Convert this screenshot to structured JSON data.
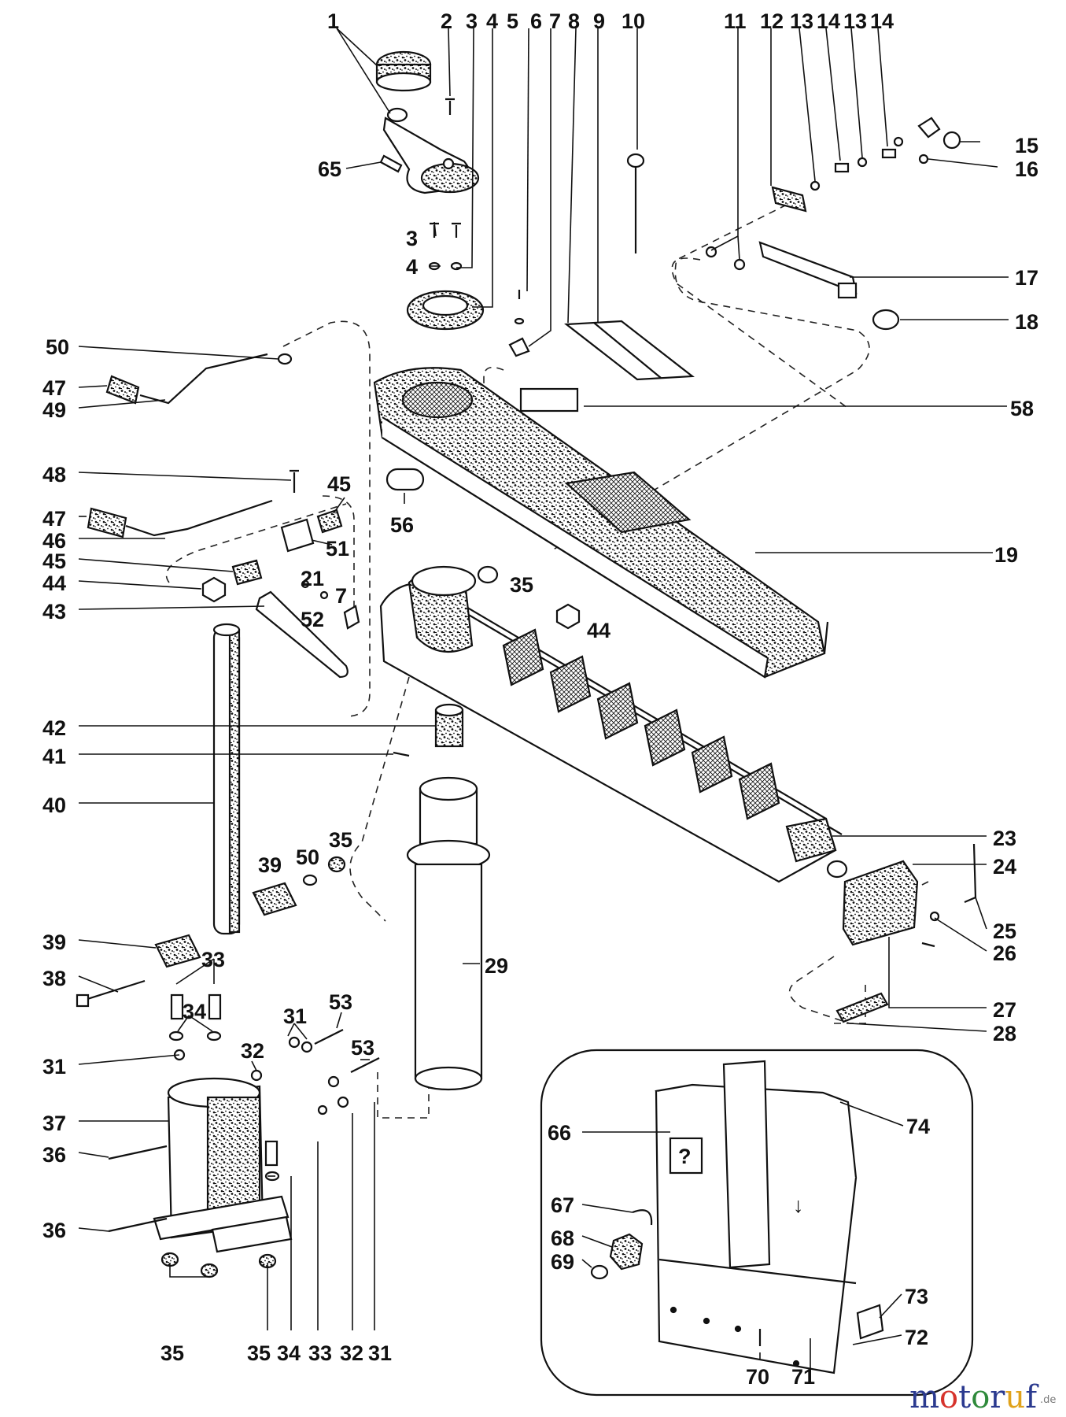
{
  "labels": {
    "l1": "1",
    "l2": "2",
    "l3": "3",
    "l4": "4",
    "l5": "5",
    "l6": "6",
    "l7": "7",
    "l8": "8",
    "l9": "9",
    "l10": "10",
    "l11": "11",
    "l12": "12",
    "l13a": "13",
    "l14a": "14",
    "l13b": "13",
    "l14b": "14",
    "l15": "15",
    "l16": "16",
    "l65": "65",
    "l3b": "3",
    "l4b": "4",
    "l17": "17",
    "l18": "18",
    "l50a": "50",
    "l47a": "47",
    "l49": "49",
    "l58": "58",
    "l48": "48",
    "l45a": "45",
    "l47b": "47",
    "l46": "46",
    "l56": "56",
    "l51": "51",
    "l19": "19",
    "l45b": "45",
    "l44a": "44",
    "l21": "21",
    "l35a": "35",
    "l7b": "7",
    "l43": "43",
    "l52": "52",
    "l44b": "44",
    "l42": "42",
    "l41": "41",
    "l40": "40",
    "l23": "23",
    "l24": "24",
    "l35b": "35",
    "l50b": "50",
    "l39a": "39",
    "l39b": "39",
    "l33a": "33",
    "l29": "29",
    "l25": "25",
    "l26": "26",
    "l38": "38",
    "l34a": "34",
    "l31a": "31",
    "l53a": "53",
    "l32a": "32",
    "l53b": "53",
    "l27": "27",
    "l28": "28",
    "l31b": "31",
    "l37": "37",
    "l36a": "36",
    "l36b": "36",
    "l35c": "35",
    "l35d": "35",
    "l34b": "34",
    "l33b": "33",
    "l32b": "32",
    "l31c": "31",
    "l66": "66",
    "l74": "74",
    "l67": "67",
    "l68": "68",
    "l69": "69",
    "l73": "73",
    "l72": "72",
    "l70": "70",
    "l71": "71"
  },
  "watermark": {
    "letters": [
      "m",
      "o",
      "t",
      "o",
      "r",
      "u",
      "f"
    ],
    "colors": [
      "#2b3a8f",
      "#d6332c",
      "#2b3a8f",
      "#2f8a3b",
      "#2b3a8f",
      "#e0a21b",
      "#2b3a8f"
    ],
    "tld": ".de"
  },
  "colors": {
    "line": "#111111",
    "paper": "#ffffff"
  },
  "icons": {
    "question-icon": "?",
    "arrow-icon": "↓"
  }
}
